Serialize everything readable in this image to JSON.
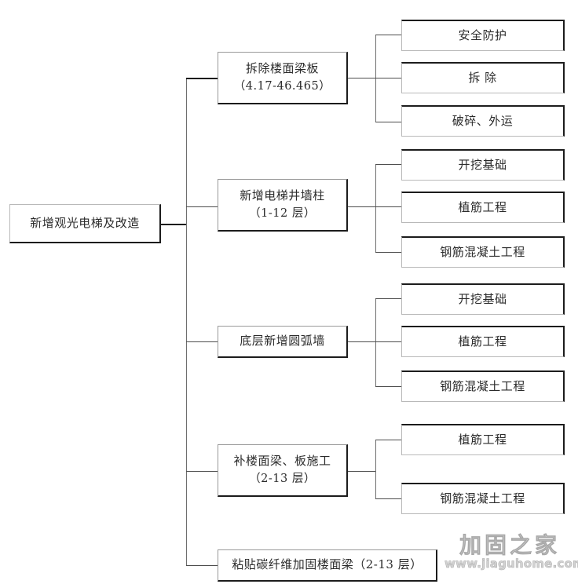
{
  "diagram": {
    "title": "新增观光电梯及改造",
    "root": {
      "label": "新增观光电梯及改造"
    },
    "branches": [
      {
        "line1": "拆除楼面梁板",
        "line2": "（4.17-46.465）",
        "children": [
          {
            "label": "安全防护"
          },
          {
            "label": "拆  除"
          },
          {
            "label": "破碎、外运"
          }
        ]
      },
      {
        "line1": "新增电梯井墙柱",
        "line2": "（1-12 层）",
        "children": [
          {
            "label": "开挖基础"
          },
          {
            "label": "植筋工程"
          },
          {
            "label": "钢筋混凝土工程"
          }
        ]
      },
      {
        "line1": "底层新增圆弧墙",
        "line2": "",
        "children": [
          {
            "label": "开挖基础"
          },
          {
            "label": "植筋工程"
          },
          {
            "label": "钢筋混凝土工程"
          }
        ]
      },
      {
        "line1": "补楼面梁、板施工",
        "line2": "（2-13 层）",
        "children": [
          {
            "label": "植筋工程"
          },
          {
            "label": "钢筋混凝土工程"
          }
        ]
      },
      {
        "line1": "粘贴碳纤维加固楼面梁（2-13 层）",
        "line2": "",
        "children": []
      }
    ]
  },
  "watermark": {
    "brand": "加固之家",
    "url": "www.jiaguhome.com"
  },
  "colors": {
    "box_border_dark": "#1c1c1c",
    "box_border_light": "#b9b9b9",
    "connector": "#4d4d4d",
    "text": "#2b2b2b",
    "background": "#ffffff",
    "watermark": "#d2d2d2"
  }
}
